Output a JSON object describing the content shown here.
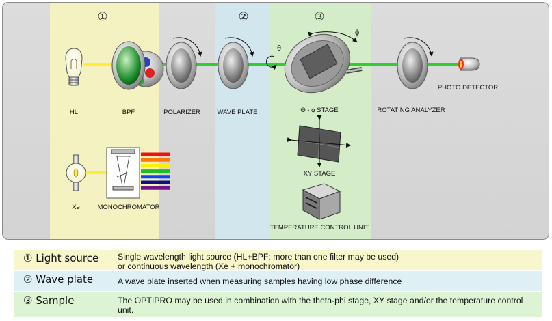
{
  "sections": [
    {
      "number": "①",
      "color": "#f4f2c0"
    },
    {
      "number": "②",
      "color": "#d2e6ee"
    },
    {
      "number": "③",
      "color": "#d4ecc8"
    }
  ],
  "components": {
    "hl": "HL",
    "bpf": "BPF",
    "polarizer": "POLARIZER",
    "wave_plate": "WAVE PLATE",
    "theta_phi_stage": "Θ - ϕ STAGE",
    "rotating_analyzer": "ROTATING ANALYZER",
    "photo_detector": "PHOTO DETECTOR",
    "xe": "Xe",
    "monochromator": "MONOCHROMATOR",
    "xy_stage": "XY STAGE",
    "temperature_control_unit": "TEMPERATURE CONTROL UNIT"
  },
  "angle_symbols": {
    "theta": "θ",
    "phi": "ϕ"
  },
  "spectrum_colors": [
    "#ee1111",
    "#ff7700",
    "#ffee00",
    "#22bb22",
    "#1144ee",
    "#111177",
    "#771188"
  ],
  "legend": [
    {
      "title": "① Light source",
      "description": "Single wavelength light source (HL+BPF: more than one filter may be used)\nor continuous wavelength (Xe + monochromator)",
      "color": "#f7f7cb"
    },
    {
      "title": "② Wave plate",
      "description": "A wave plate inserted when measuring samples having low phase difference",
      "color": "#dff0f4"
    },
    {
      "title": "③ Sample",
      "description": "The OPTIPRO may be used in combination with the theta-phi stage, XY stage and/or the temperature control unit.",
      "color": "#dcf4d4"
    }
  ]
}
